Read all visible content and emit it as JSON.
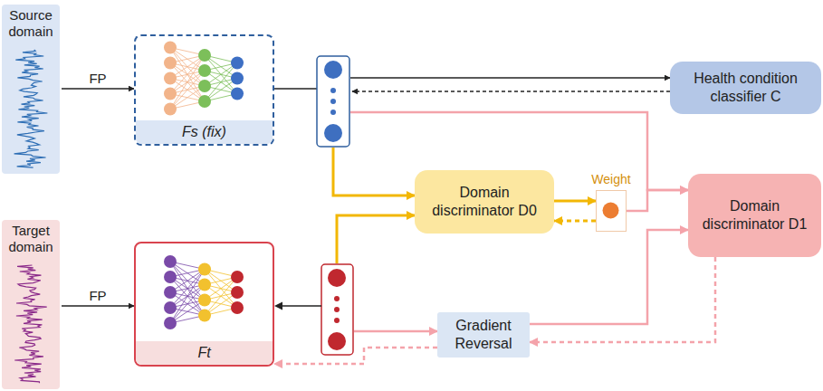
{
  "diagram": {
    "nodes": [
      {
        "text": [
          "Source domain"
        ]
      },
      {
        "text": [
          "Fs (fix)"
        ]
      },
      {
        "text": [
          "Target domain"
        ]
      },
      {
        "text": [
          "Ft"
        ]
      },
      {
        "text": [
          "Health condition classifier C"
        ]
      },
      {
        "text": [
          "Domain discriminator D0"
        ]
      },
      {
        "text": [
          "Weight"
        ]
      },
      {
        "text": [
          "Domain discriminator D1"
        ]
      },
      {
        "text": [
          "Gradient Reversal"
        ]
      }
    ],
    "edges": [
      {
        "from": 0,
        "to": 1,
        "label": "FP",
        "arrow": "to"
      },
      {
        "from": 2,
        "to": 3,
        "label": "FP",
        "arrow": "to"
      },
      {
        "from": 1,
        "to": 4,
        "arrow": "to"
      },
      {
        "from": 4,
        "to": 1,
        "arrow": "to"
      },
      {
        "from": 1,
        "to": 5,
        "arrow": "to"
      },
      {
        "from": 3,
        "to": 5,
        "arrow": "to"
      },
      {
        "from": 5,
        "to": 6,
        "arrow": "to"
      },
      {
        "from": 6,
        "to": 5,
        "arrow": "to"
      },
      {
        "from": 6,
        "to": 7,
        "arrow": "to"
      },
      {
        "from": 1,
        "to": 7,
        "arrow": "to"
      },
      {
        "from": 3,
        "to": 8,
        "arrow": "to"
      },
      {
        "from": 8,
        "to": 7,
        "arrow": "to"
      },
      {
        "from": 7,
        "to": 8,
        "arrow": "to"
      },
      {
        "from": 8,
        "to": 3,
        "arrow": "to"
      }
    ]
  }
}
